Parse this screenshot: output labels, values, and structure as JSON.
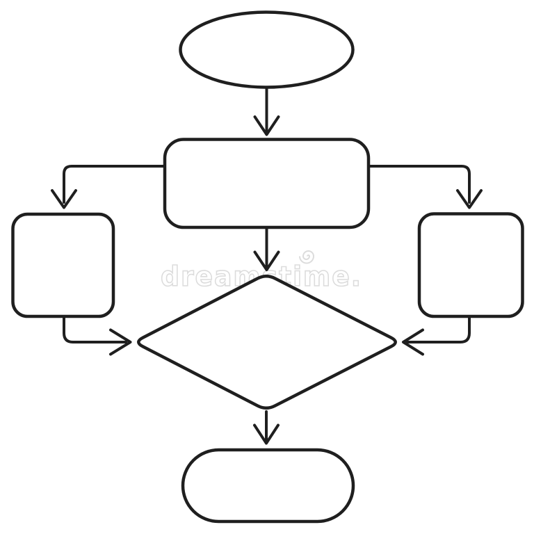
{
  "page": {
    "background": "#ffffff"
  },
  "diagram": {
    "kind": "blank-flowchart-template",
    "line_color": "#1f1f1f",
    "nodes": [
      {
        "id": "start-terminator",
        "shape": "ellipse",
        "label": ""
      },
      {
        "id": "process",
        "shape": "rounded-rectangle",
        "label": ""
      },
      {
        "id": "left-subprocess",
        "shape": "rounded-square",
        "label": ""
      },
      {
        "id": "right-subprocess",
        "shape": "rounded-square",
        "label": ""
      },
      {
        "id": "decision",
        "shape": "diamond",
        "label": ""
      },
      {
        "id": "end-terminator",
        "shape": "stadium",
        "label": ""
      }
    ],
    "connectors": [
      {
        "from": "start-terminator",
        "to": "process",
        "style": "straight-arrow-down"
      },
      {
        "from": "process",
        "to": "left-subprocess",
        "style": "elbow-arrow"
      },
      {
        "from": "process",
        "to": "right-subprocess",
        "style": "elbow-arrow"
      },
      {
        "from": "process",
        "to": "decision",
        "style": "straight-arrow-down"
      },
      {
        "from": "left-subprocess",
        "to": "decision",
        "style": "elbow-arrow"
      },
      {
        "from": "right-subprocess",
        "to": "decision",
        "style": "elbow-arrow"
      },
      {
        "from": "decision",
        "to": "end-terminator",
        "style": "straight-arrow-down"
      }
    ]
  },
  "watermark": {
    "text": "dreamstime.",
    "logo": "spiral-mark",
    "color": "#dcdcdc"
  }
}
